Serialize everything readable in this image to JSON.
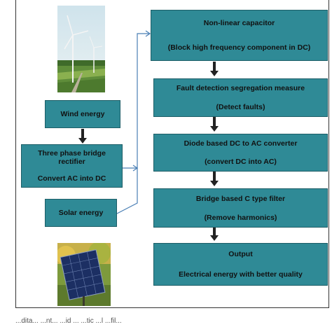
{
  "wind": {
    "label": "Wind energy"
  },
  "rectifier": {
    "line1": "Three phase bridge rectifier",
    "line2": "Convert AC into DC"
  },
  "solar": {
    "label": "Solar energy"
  },
  "capacitor": {
    "line1": "Non-linear capacitor",
    "line2": "(Block high frequency component in DC)"
  },
  "fault": {
    "line1": "Fault detection segregation measure",
    "line2": "(Detect faults)"
  },
  "converter": {
    "line1": "Diode based DC to AC converter",
    "line2": "(convert DC into AC)"
  },
  "filter": {
    "line1": "Bridge based C type filter",
    "line2": "(Remove harmonics)"
  },
  "output": {
    "line1": "Output",
    "line2": "Electrical energy with better quality"
  },
  "caption": "...dita... ...nt... ...id ... ...tic ...l ...fil...",
  "colors": {
    "box_fill": "#2f8a96",
    "arrow_dark": "#222222",
    "arrow_blue": "#4a7fb5"
  }
}
